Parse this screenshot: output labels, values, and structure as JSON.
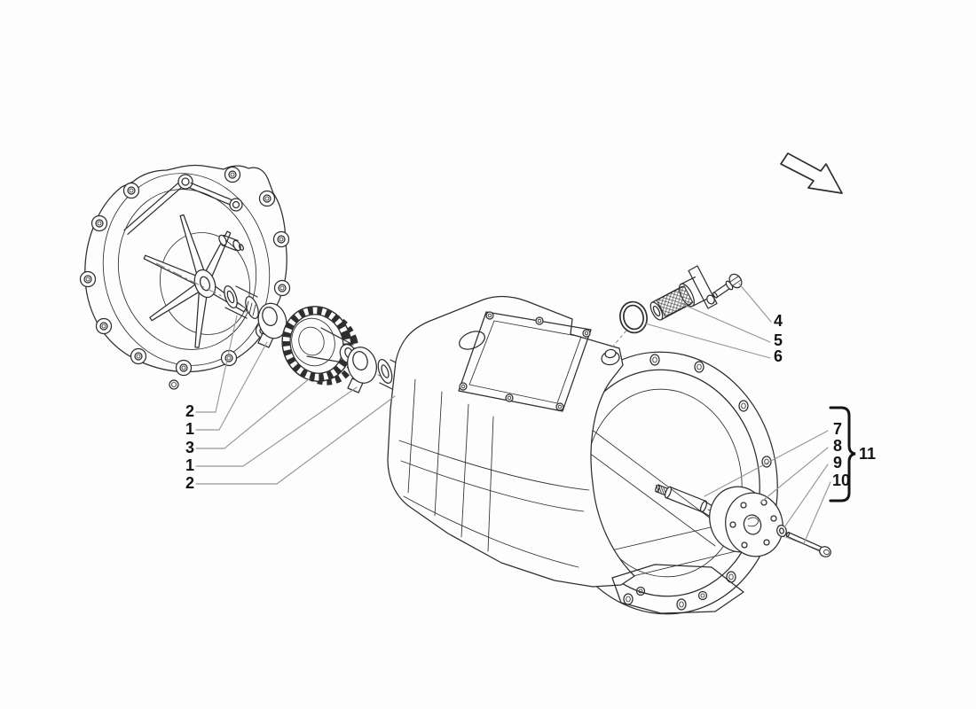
{
  "colors": {
    "paper": "#fdfdfd",
    "ink": "#2e2e2e",
    "leader": "#979797",
    "label": "#141414"
  },
  "icons": [
    {
      "name": "direction-arrow-icon",
      "meaning": "assembly direction arrow pointing down-right"
    }
  ],
  "callouts": {
    "gear_stack": [
      {
        "label": "2"
      },
      {
        "label": "1"
      },
      {
        "label": "3"
      },
      {
        "label": "1"
      },
      {
        "label": "2"
      }
    ],
    "strainer": [
      {
        "label": "4"
      },
      {
        "label": "5"
      },
      {
        "label": "6"
      }
    ],
    "oil_pump": [
      {
        "label": "7"
      },
      {
        "label": "8"
      },
      {
        "label": "9"
      },
      {
        "label": "10"
      }
    ],
    "oil_pump_group": {
      "label": "11"
    }
  }
}
